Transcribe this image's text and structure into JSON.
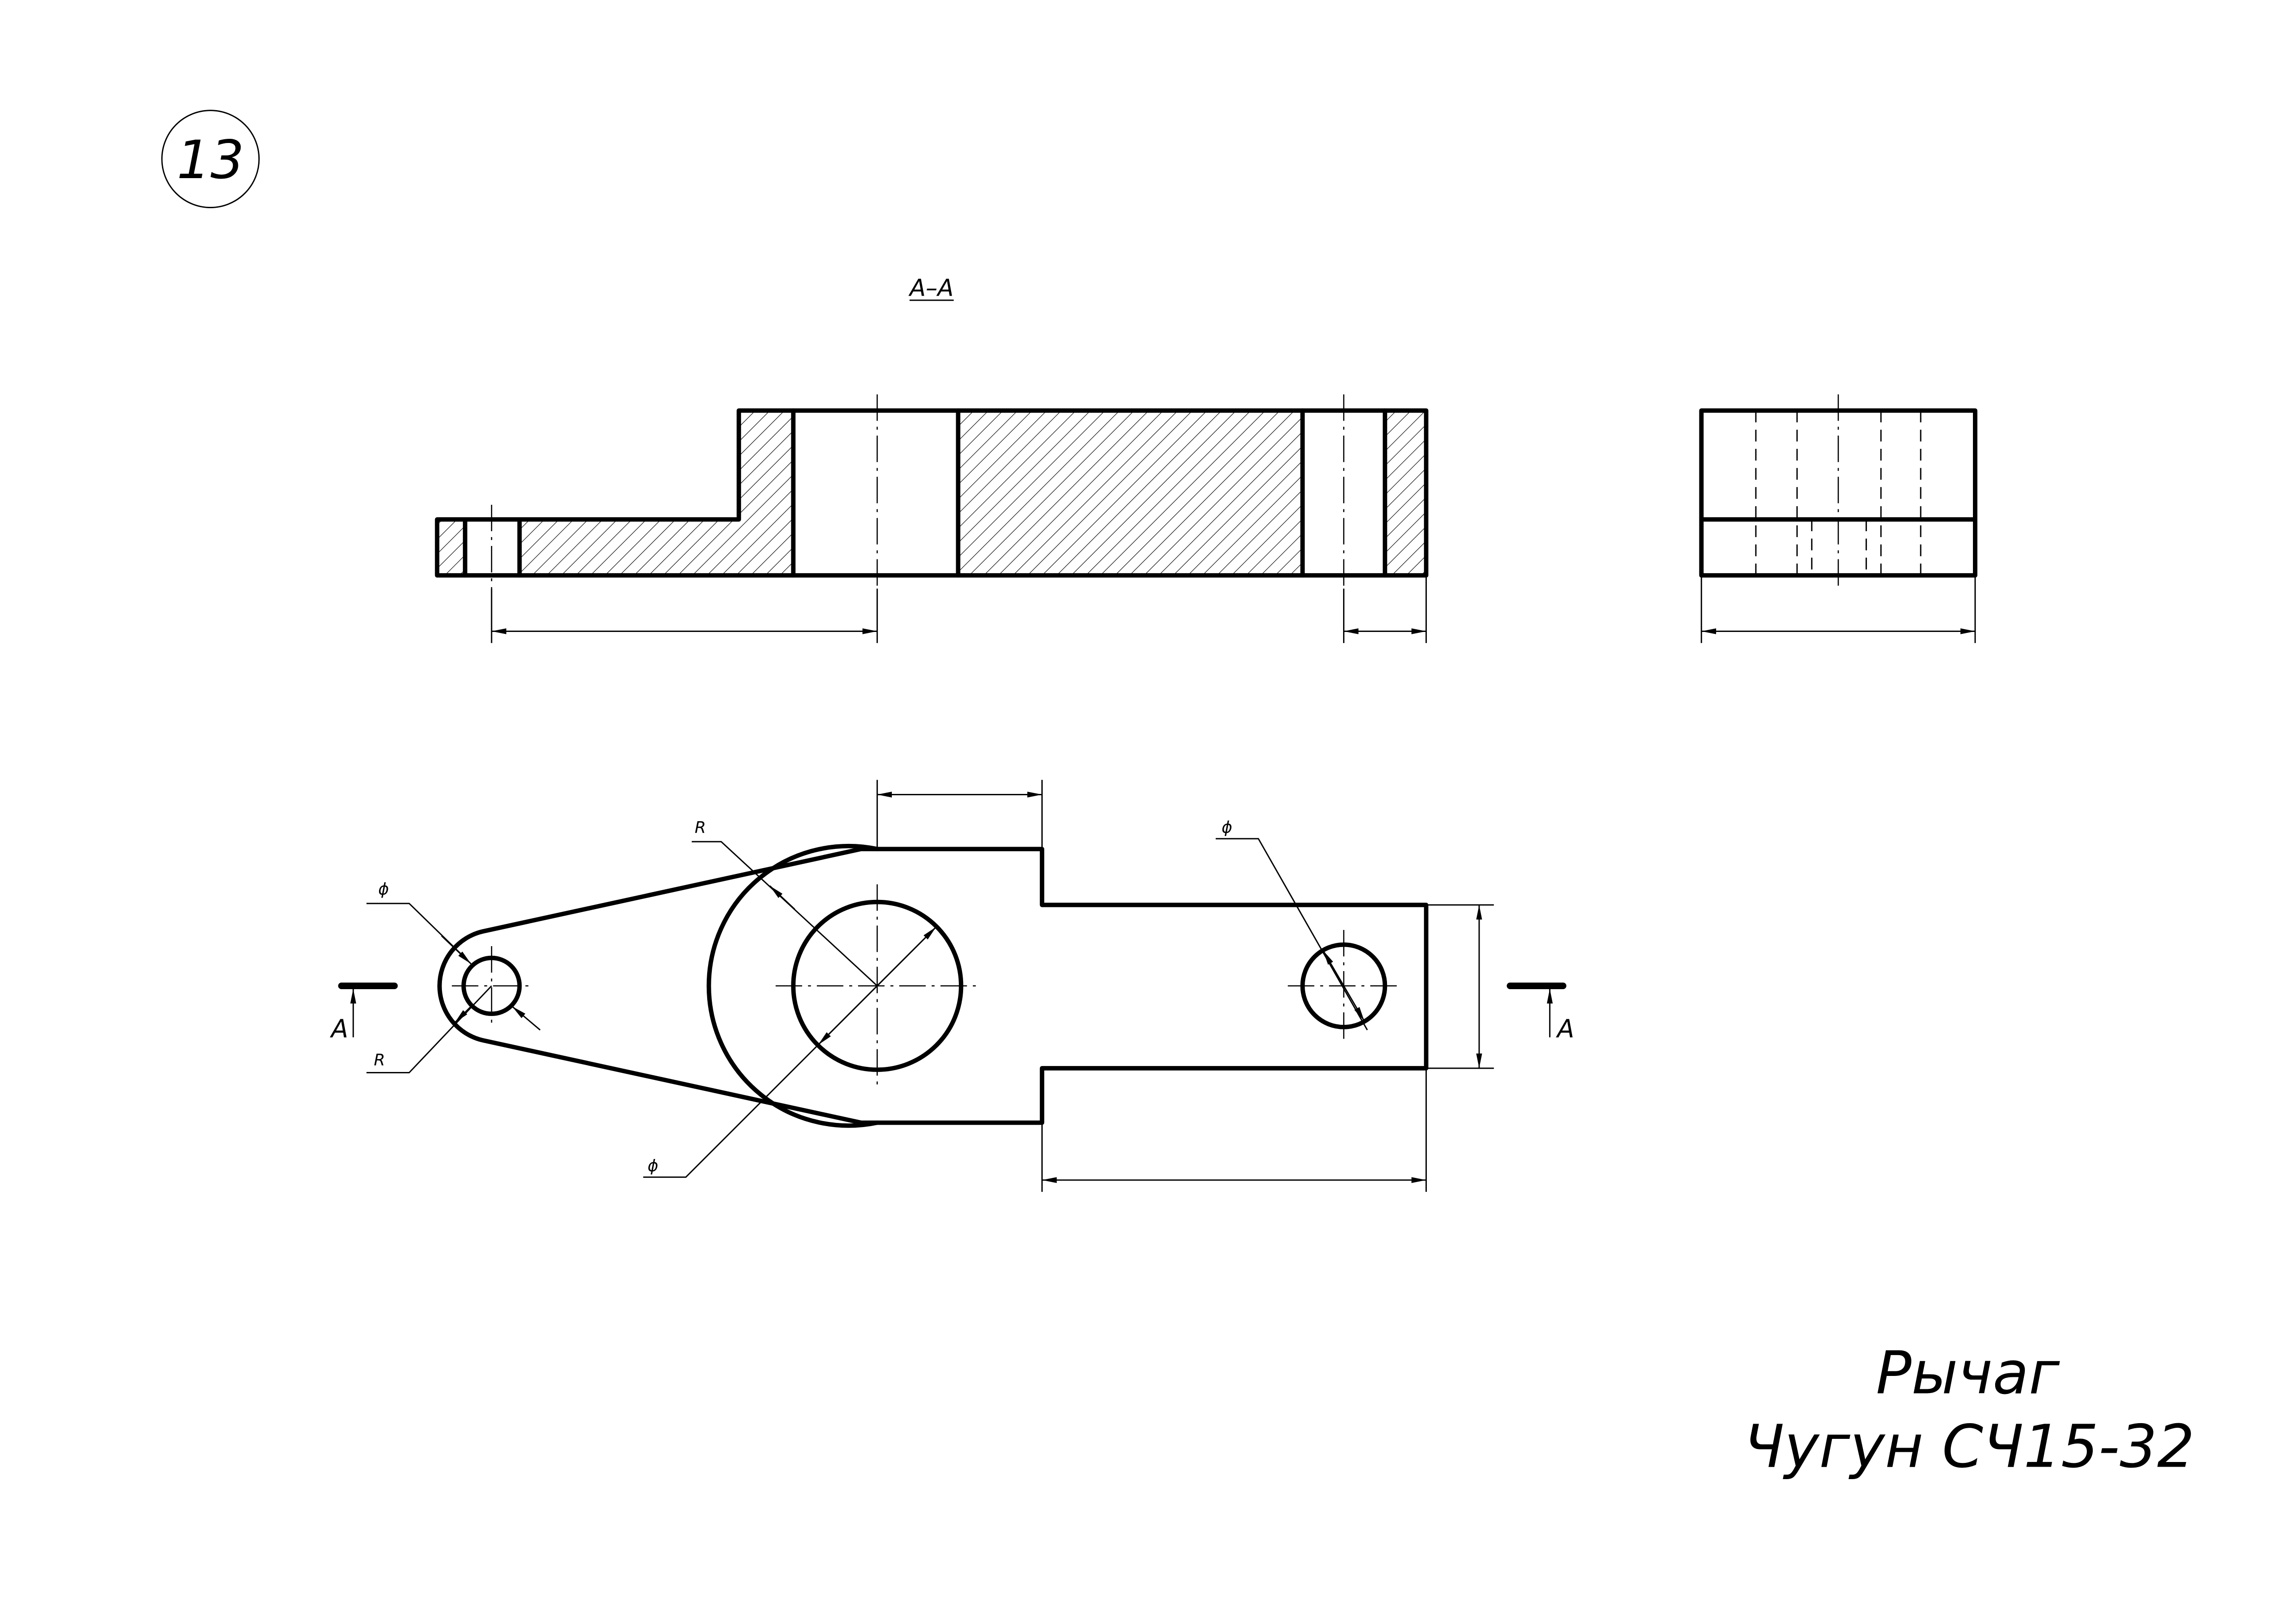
{
  "sheet_number": "13",
  "section_title": "A–A",
  "section_markers": {
    "left": "A",
    "right": "A"
  },
  "dimension_symbols": {
    "small_hole_diameter": "ϕ",
    "small_boss_radius": "R",
    "large_boss_radius": "R",
    "large_hole_diameter": "ϕ",
    "right_hole_diameter": "ϕ"
  },
  "title_block": {
    "part_name": "Рычаг",
    "material": "Чугун СЧ15-32"
  }
}
